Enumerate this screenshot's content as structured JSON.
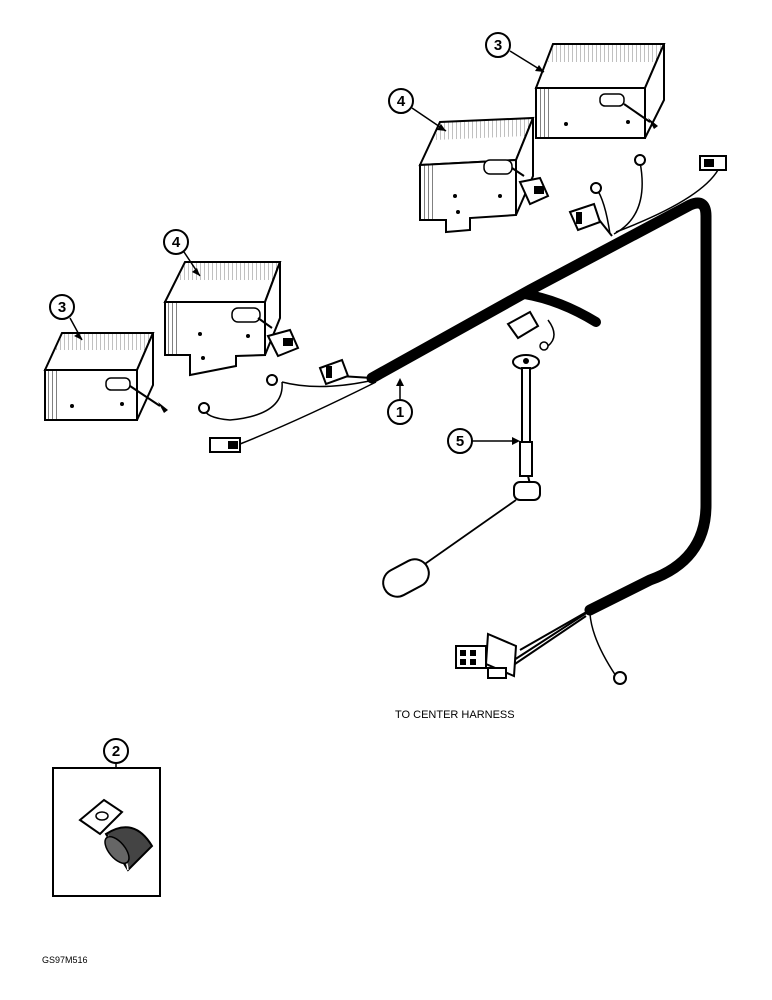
{
  "callouts": {
    "c1": "1",
    "c2": "2",
    "c3a": "3",
    "c3b": "3",
    "c4a": "4",
    "c4b": "4",
    "c5": "5"
  },
  "caption": "TO CENTER HARNESS",
  "figure_id": "GS97M516",
  "colors": {
    "ink": "#000000",
    "paper": "#ffffff",
    "shade": "#4a4a4a"
  },
  "parts": [
    "lamp",
    "lamp-with-bracket",
    "wiring-harness",
    "clip",
    "fuel-sender",
    "connector",
    "ring-terminal"
  ]
}
